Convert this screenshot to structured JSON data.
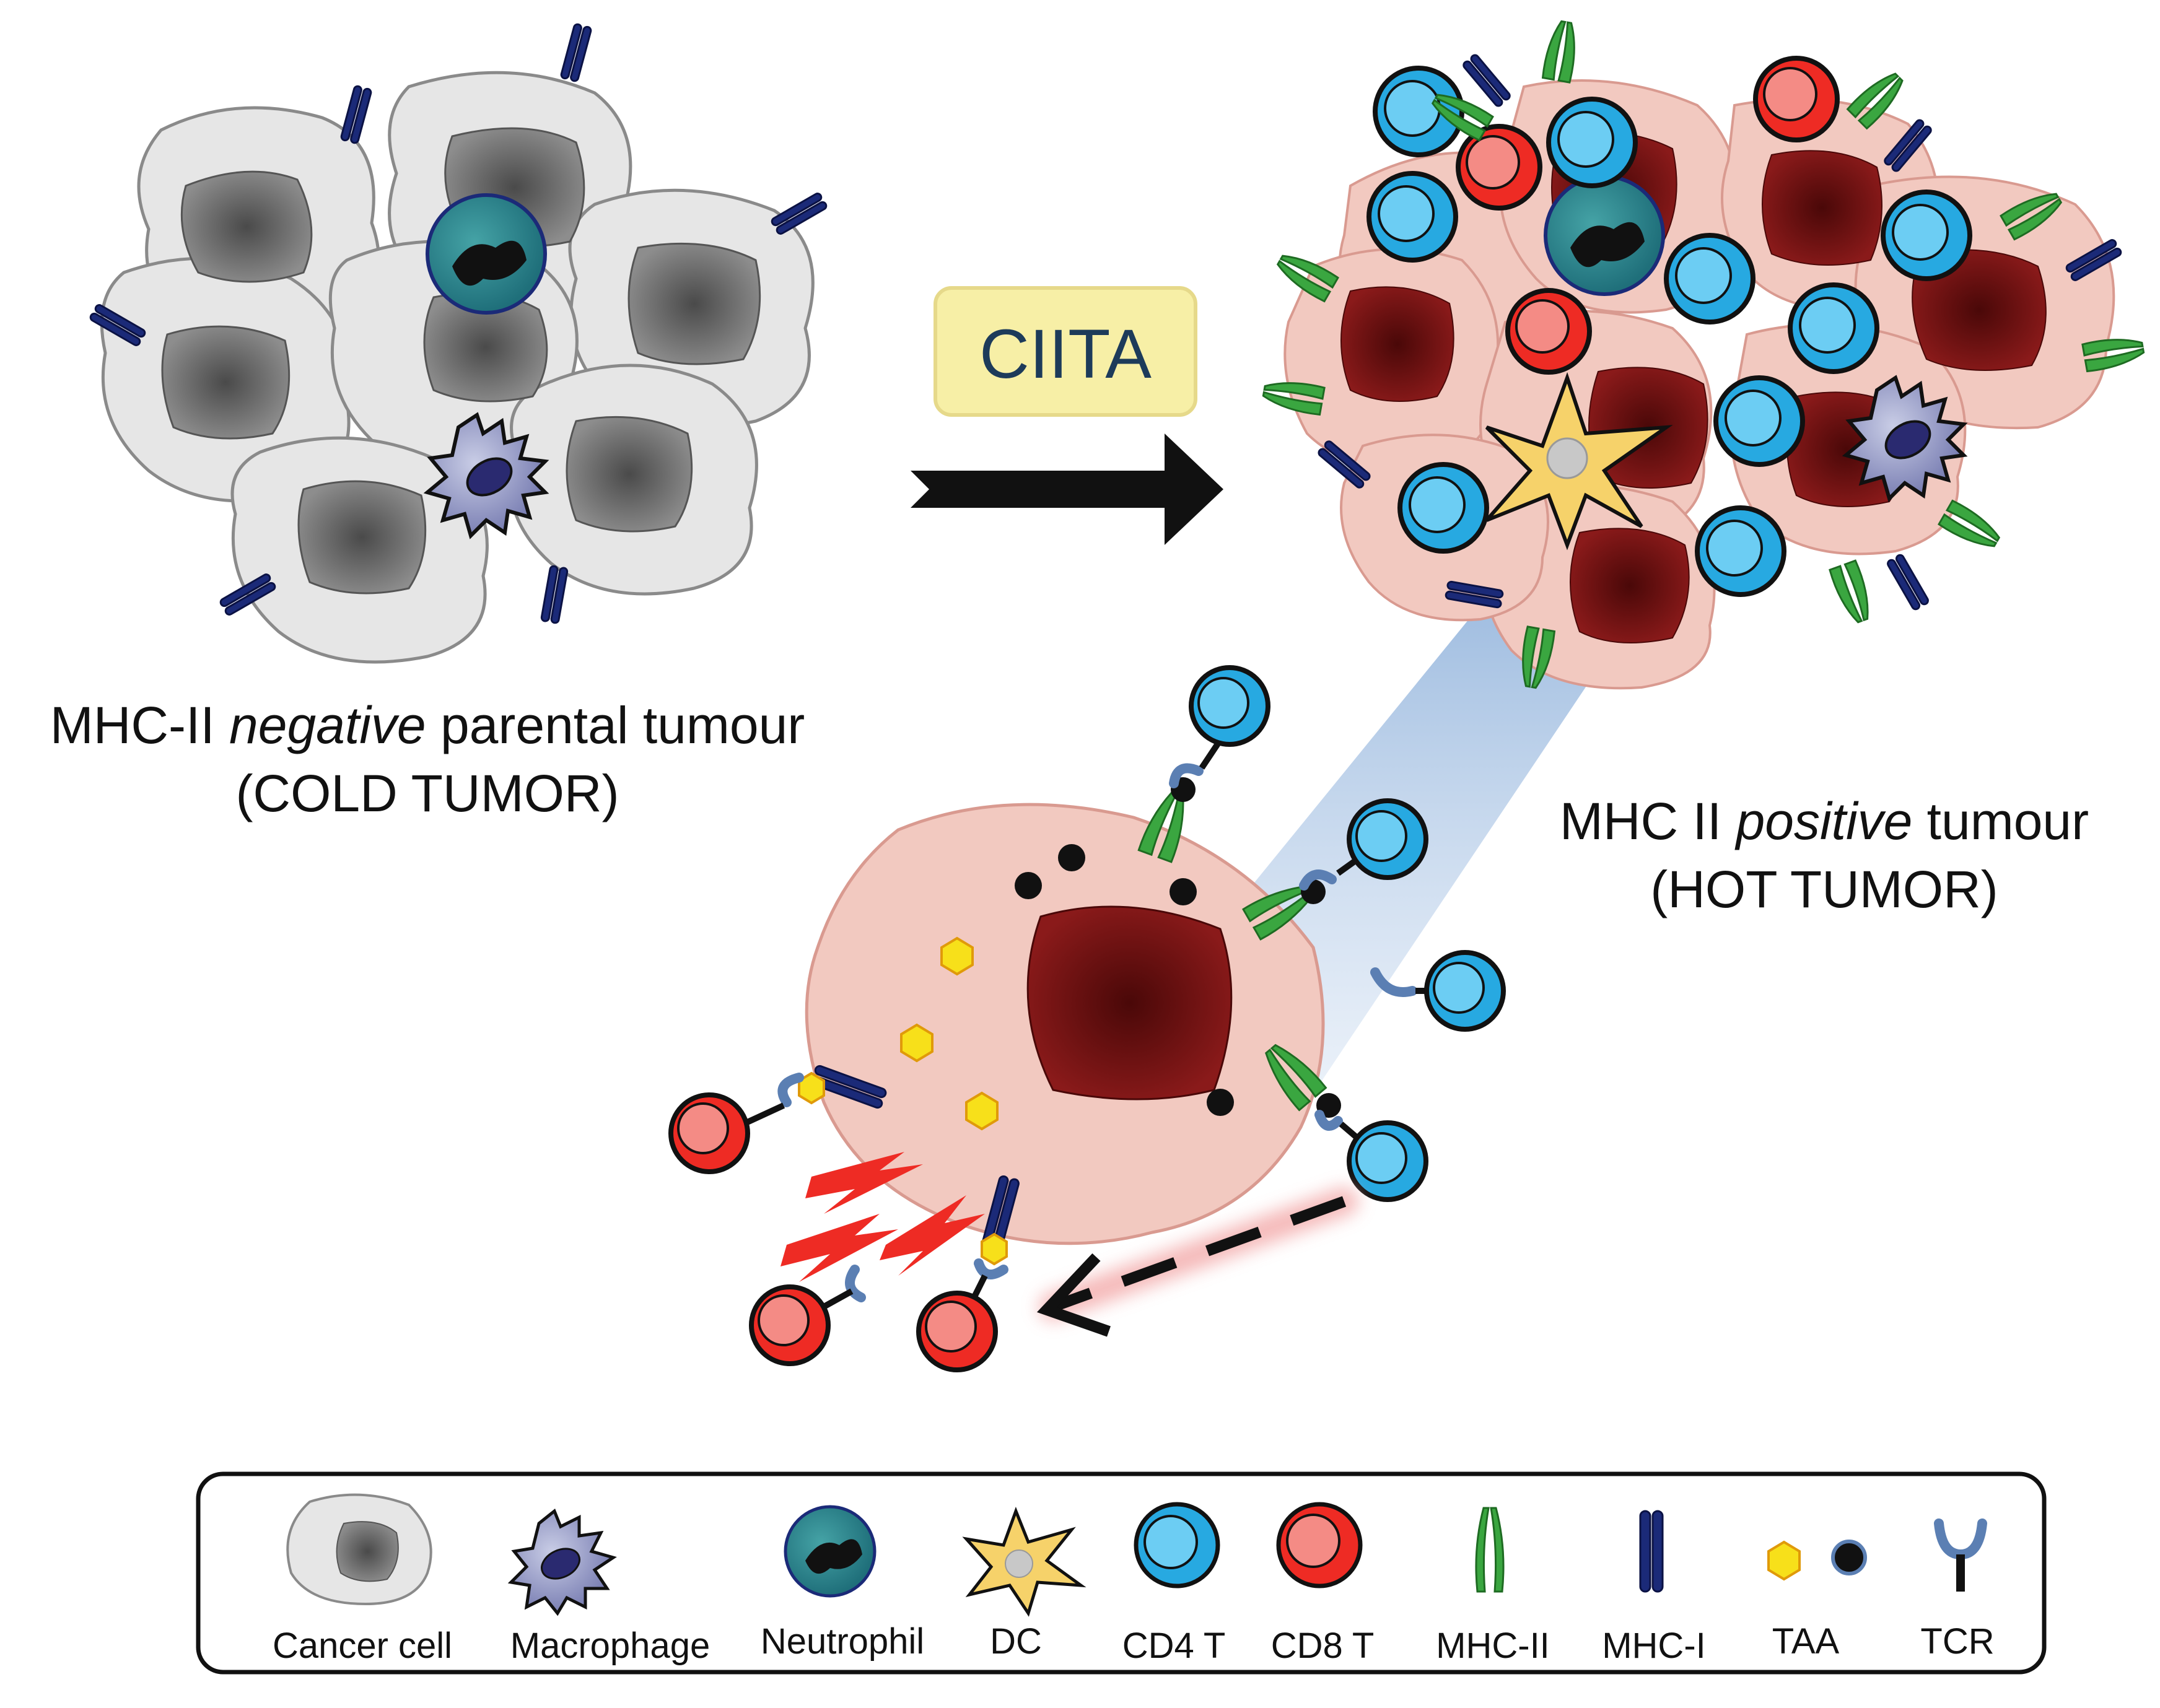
{
  "center_label": "CIITA",
  "cold_tumor": {
    "line1_pre": "MHC-II ",
    "line1_italic": "negative",
    "line1_post": " parental tumour",
    "line2": "(COLD TUMOR)"
  },
  "hot_tumor": {
    "line1_pre": "MHC II ",
    "line1_italic": "positive",
    "line1_post": " tumour",
    "line2": "(HOT TUMOR)"
  },
  "legend": {
    "items": [
      {
        "label": "Cancer cell",
        "icon": "cancer-cell-icon"
      },
      {
        "label": "Macrophage",
        "icon": "macrophage-icon"
      },
      {
        "label": "Neutrophil",
        "icon": "neutrophil-icon"
      },
      {
        "label": "DC",
        "icon": "dendritic-cell-icon"
      },
      {
        "label": "CD4 T",
        "icon": "cd4-t-cell-icon"
      },
      {
        "label": "CD8 T",
        "icon": "cd8-t-cell-icon"
      },
      {
        "label": "MHC-II",
        "icon": "mhc-ii-icon"
      },
      {
        "label": "MHC-I",
        "icon": "mhc-i-icon"
      },
      {
        "label": "TAA",
        "icon": "taa-icon"
      },
      {
        "label": "TCR",
        "icon": "tcr-icon"
      }
    ]
  },
  "colors": {
    "cold_cell": "#e6e6e6",
    "cold_nucleus": "#7a7a7a",
    "hot_cell": "#f2c9c0",
    "hot_nucleus": "#7a1414",
    "cd4": "#27a9e1",
    "cd8": "#ee2b24",
    "mhc_ii": "#3aa640",
    "mhc_i": "#1b2a78",
    "taa": "#f7e01a",
    "tcr": "#5b7fb3",
    "ciita_box": "#f7efa6"
  }
}
